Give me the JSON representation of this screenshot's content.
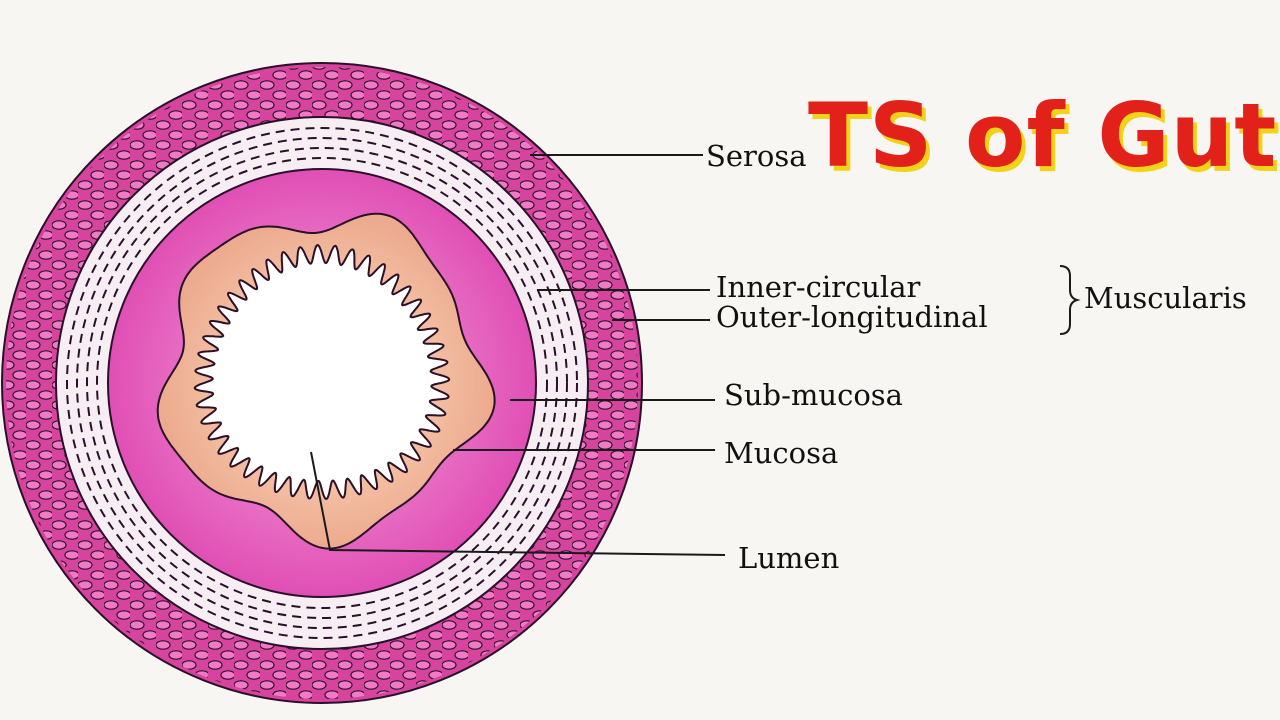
{
  "title": "TS of Gut",
  "labels": {
    "serosa": "Serosa",
    "inner_circular": "Inner-circular",
    "outer_longitudinal": "Outer-longitudinal",
    "muscularis": "Muscularis",
    "sub_mucosa": "Sub-mucosa",
    "mucosa": "Mucosa",
    "lumen": "Lumen"
  },
  "colors": {
    "title_red": "#e3211b",
    "title_shadow_yellow": "#f3d21a",
    "serosa_magenta": "#d6449d",
    "muscularis_light": "#f7eef4",
    "submucosa_pink": "#e24fb6",
    "mucosa_peach": "#f0b79a",
    "lumen_white": "#ffffff"
  }
}
